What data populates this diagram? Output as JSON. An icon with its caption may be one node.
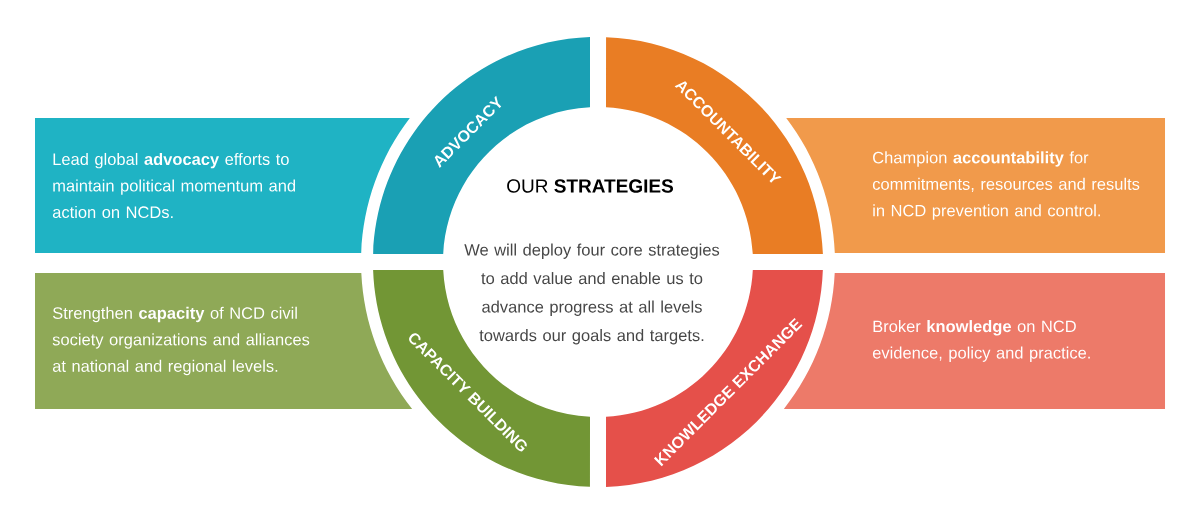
{
  "diagram": {
    "title": "OUR **STRATEGIES**",
    "nodes": [
      {
        "text": [
          "Lead global **advocacy** efforts to maintain political momentum and action on NCDs."
        ]
      },
      {
        "text": [
          "ADVOCACY"
        ]
      },
      {
        "text": [
          "ACCOUNTABILITY"
        ]
      },
      {
        "text": [
          "Champion **accountability** for commitments, resources and results in NCD prevention and control."
        ]
      },
      {
        "text": [
          "We will deploy four core strategies to add value and enable us to advance progress at all levels towards our goals and targets."
        ]
      },
      {
        "text": [
          "Strengthen **capacity** of NCD civil society organizations and alliances at national and regional levels."
        ]
      },
      {
        "text": [
          "CAPACITY BUILDING"
        ]
      },
      {
        "text": [
          "KNOWLEDGE EXCHANGE"
        ]
      },
      {
        "text": [
          "Broker **knowledge** on NCD evidence, policy and practice."
        ]
      }
    ]
  }
}
